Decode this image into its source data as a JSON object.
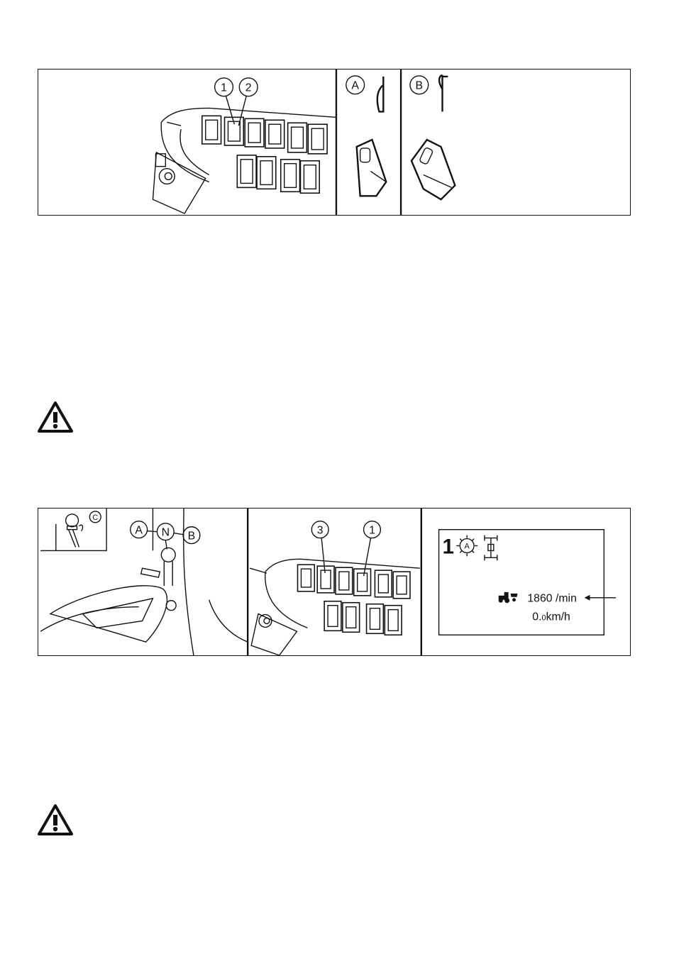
{
  "figure1": {
    "callouts": [
      "1",
      "2"
    ],
    "panel_a_label": "A",
    "panel_b_label": "B"
  },
  "figure2": {
    "lever_callouts": [
      "A",
      "N",
      "B"
    ],
    "inset_label": "C",
    "switch_callouts": [
      "3",
      "1"
    ],
    "display": {
      "gear": "1",
      "mode_symbol": "A",
      "rpm_value": "1860 /min",
      "speed_int": "0.",
      "speed_dec": "0",
      "speed_unit": "km/h"
    }
  },
  "icons": [
    "warning-icon",
    "tractor-icon",
    "arrow-left-icon",
    "axle-icon",
    "gear-icon"
  ]
}
